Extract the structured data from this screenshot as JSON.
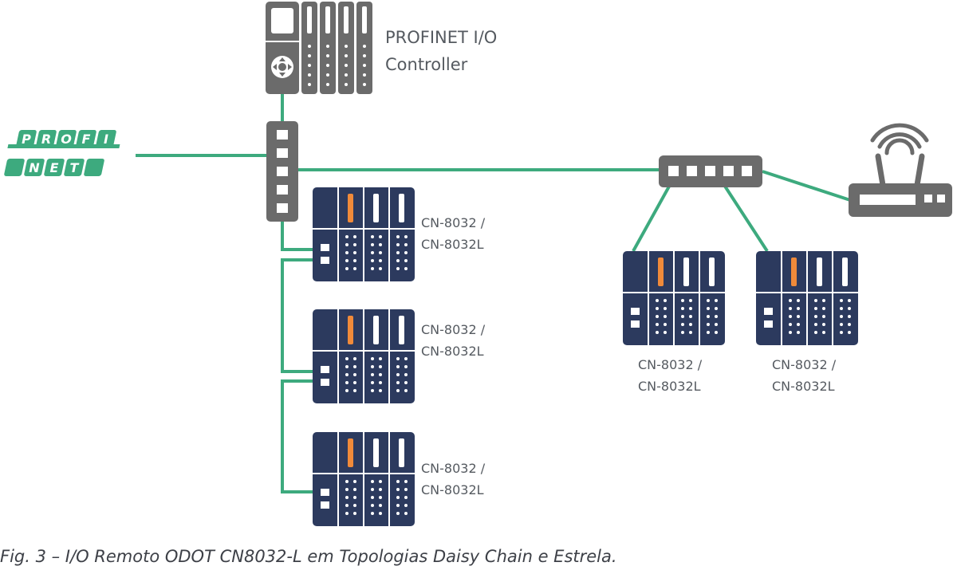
{
  "logo": {
    "row1": [
      "P",
      "R",
      "O",
      "F",
      "I"
    ],
    "row2": [
      "N",
      "E",
      "T"
    ]
  },
  "controller": {
    "line1": "PROFINET I/O",
    "line2": "Controller"
  },
  "modules": {
    "daisy1": {
      "line1": "CN-8032 /",
      "line2": "CN-8032L"
    },
    "daisy2": {
      "line1": "CN-8032 /",
      "line2": "CN-8032L"
    },
    "daisy3": {
      "line1": "CN-8032 /",
      "line2": "CN-8032L"
    },
    "star1": {
      "line1": "CN-8032 /",
      "line2": "CN-8032L"
    },
    "star2": {
      "line1": "CN-8032 /",
      "line2": "CN-8032L"
    }
  },
  "caption": "Fig. 3 – I/O Remoto ODOT CN8032-L em Topologias Daisy Chain e Estrela.",
  "colors": {
    "link": "#3daa7e",
    "device_gray": "#6b6b6b",
    "module_navy": "#2c3a5e",
    "status_orange": "#f08a3a",
    "logo_green": "#3daa7e"
  }
}
